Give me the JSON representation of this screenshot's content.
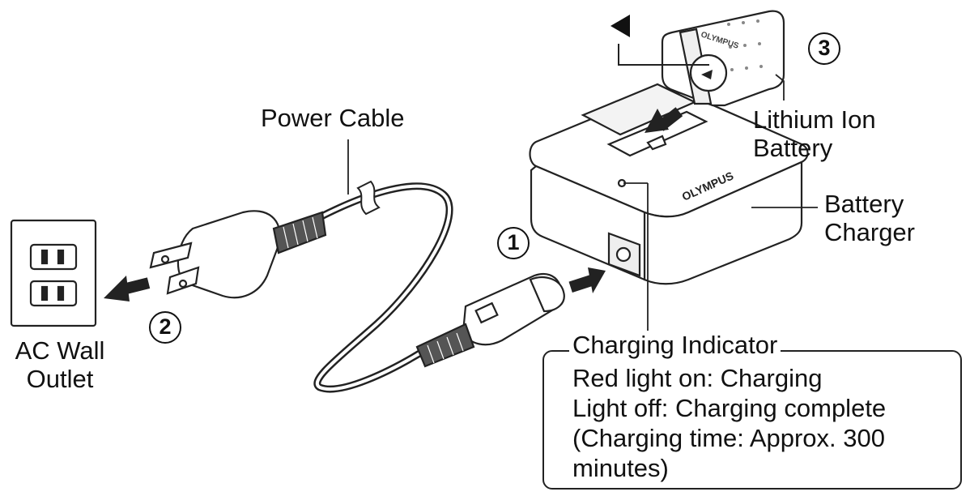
{
  "labels": {
    "power_cable": "Power Cable",
    "lithium_ion_battery": [
      "Lithium Ion",
      "Battery"
    ],
    "battery_charger": [
      "Battery",
      "Charger"
    ],
    "ac_wall_outlet": [
      "AC Wall",
      "Outlet"
    ],
    "charger_brand": "OLYMPUS",
    "battery_brand": "OLYMPUS"
  },
  "steps": [
    "1",
    "2",
    "3"
  ],
  "charging_indicator": {
    "title": "Charging Indicator",
    "lines": [
      "Red light on: Charging",
      "Light off: Charging complete",
      "(Charging time: Approx. 300",
      "minutes)"
    ]
  }
}
